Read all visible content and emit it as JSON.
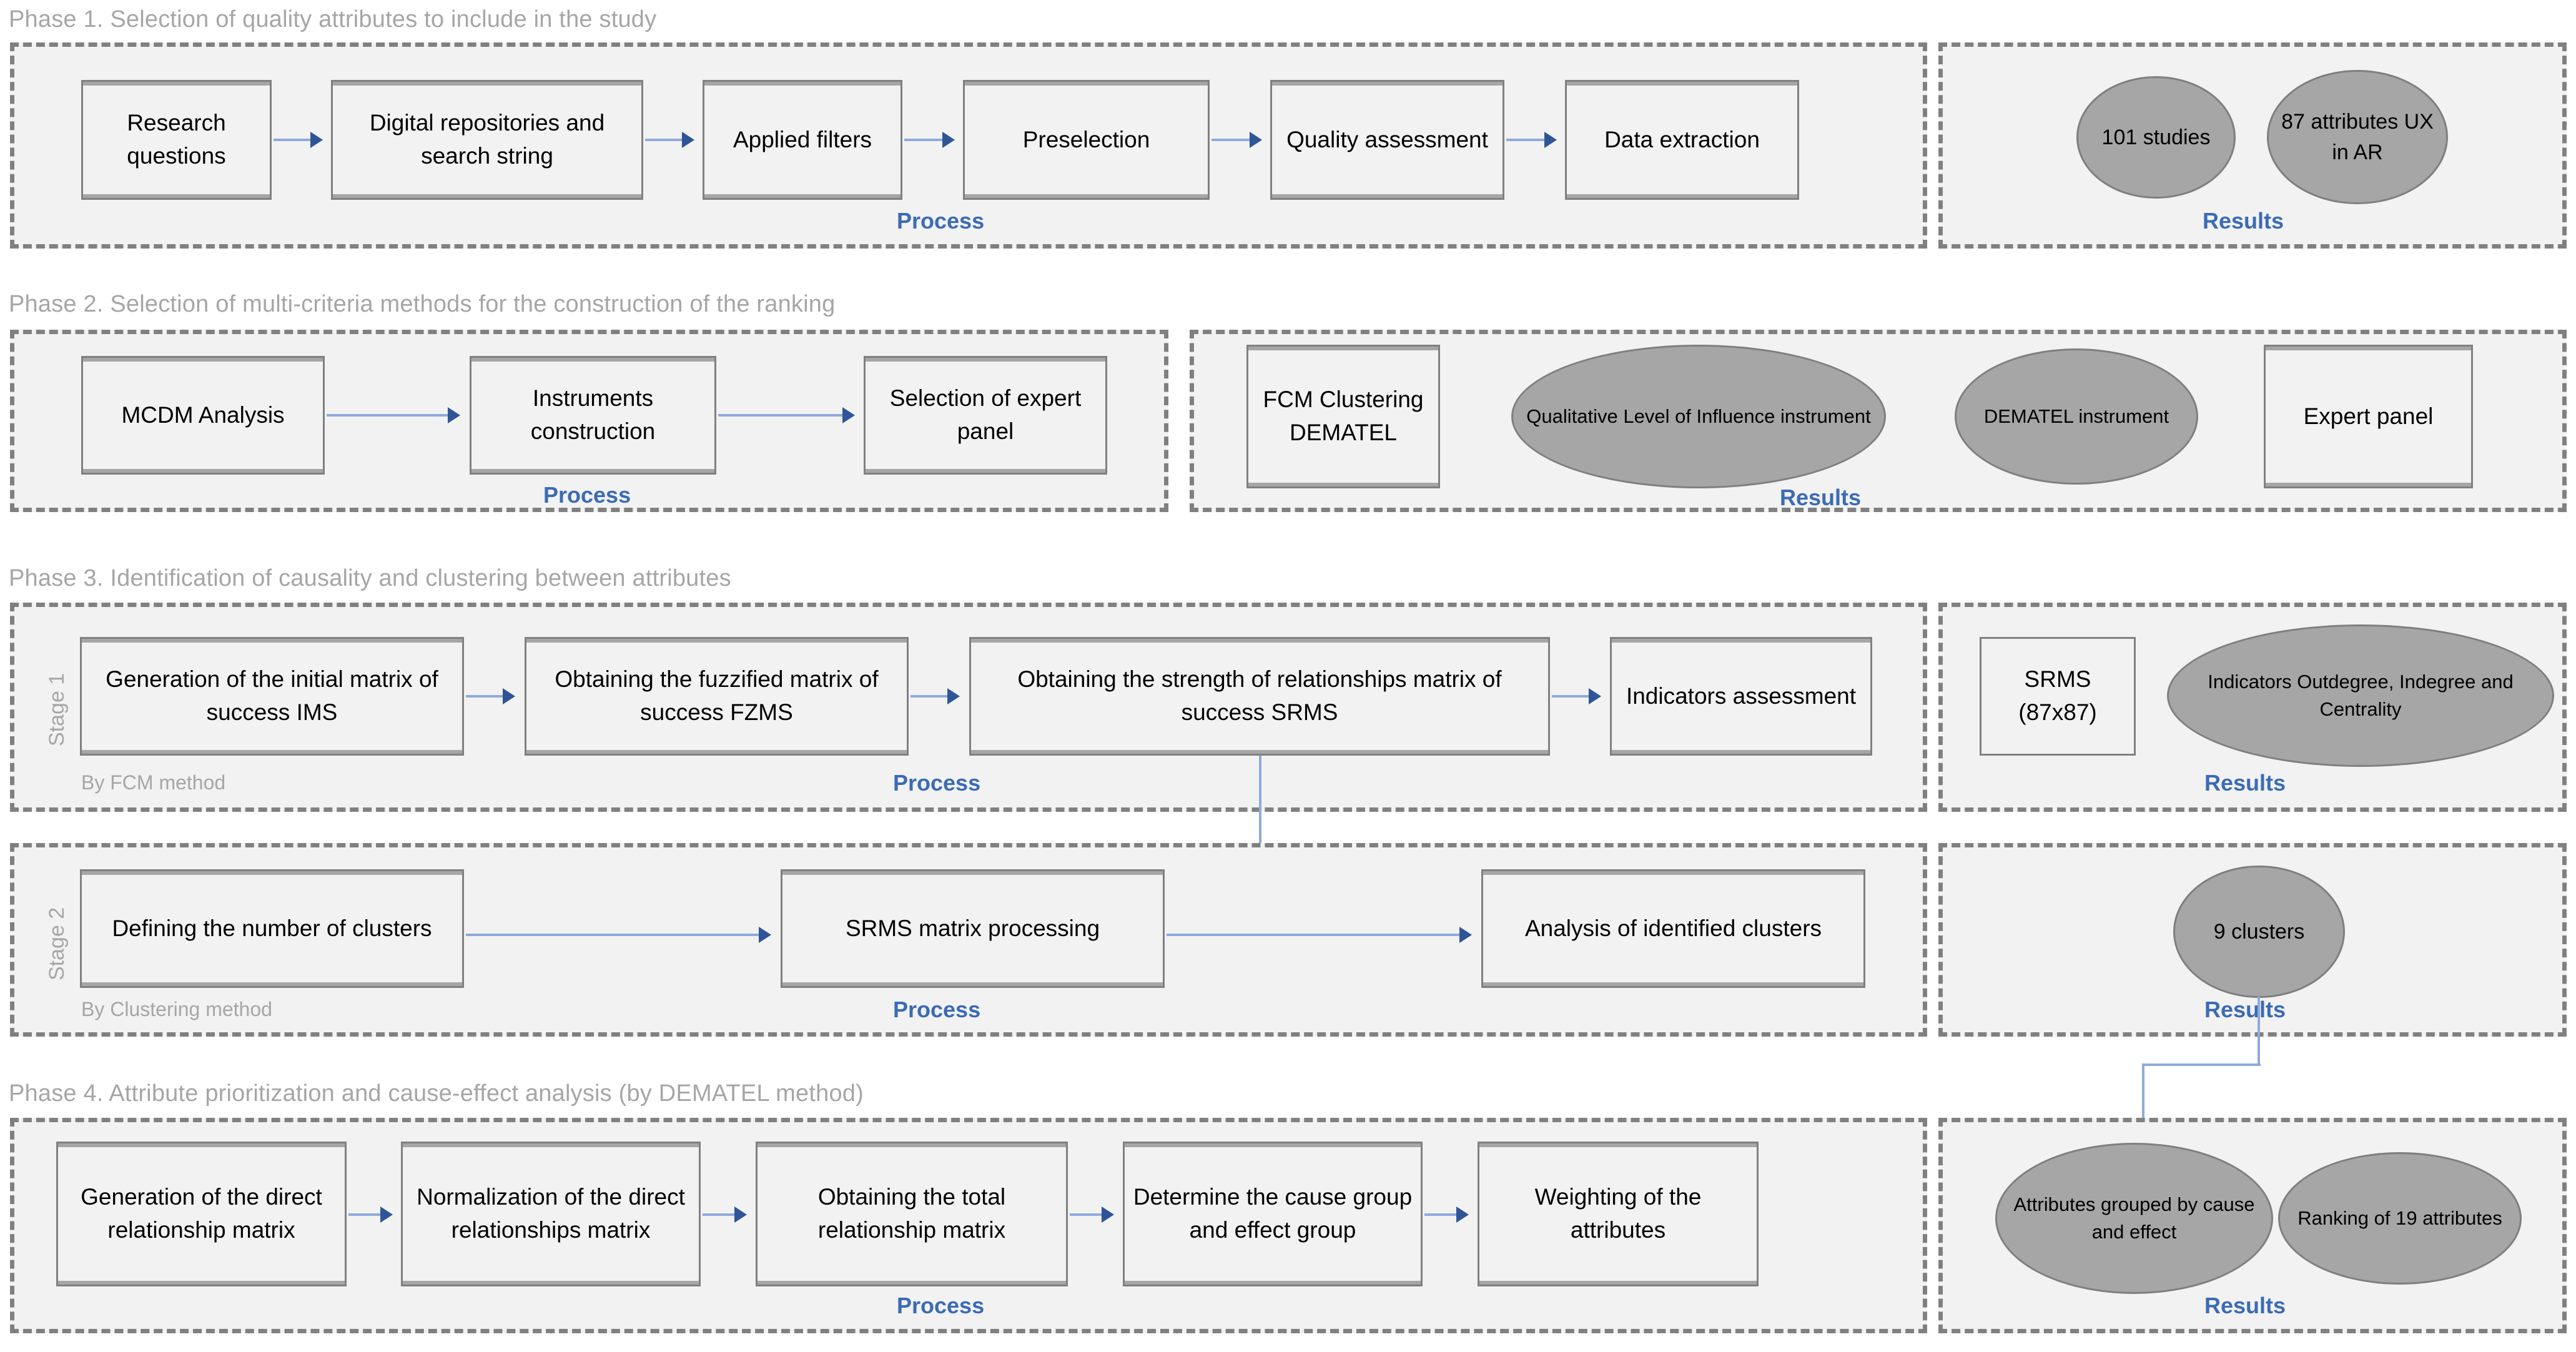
{
  "diagram": {
    "title_color": "#a6a6a6",
    "caption_color": "#3b6bb5",
    "box_fill": "#f2f2f2",
    "ellipse_fill": "#a6a6a6",
    "arrow_color": "#8faadc"
  },
  "labels": {
    "process": "Process",
    "results": "Results"
  },
  "phase1": {
    "title": "Phase 1. Selection of quality attributes to include in the study",
    "process_caption": "Process",
    "results_caption": "Results",
    "steps": [
      "Research questions",
      "Digital repositories and search string",
      "Applied filters",
      "Preselection",
      "Quality assessment",
      "Data extraction"
    ],
    "results": [
      "101 studies",
      "87 attributes UX in AR"
    ]
  },
  "phase2": {
    "title": "Phase 2. Selection of multi-criteria methods for the construction of the ranking",
    "process_caption": "Process",
    "results_caption": "Results",
    "steps": [
      "MCDM Analysis",
      "Instruments construction",
      "Selection of expert panel"
    ],
    "results_box": "FCM Clustering DEMATEL",
    "results_ellipses": [
      "Qualitative Level of Influence instrument",
      "DEMATEL instrument"
    ],
    "results_box2": "Expert panel"
  },
  "phase3": {
    "title": "Phase 3. Identification of causality and clustering between attributes",
    "stage1": {
      "stage_label": "Stage 1",
      "method_note": "By FCM method",
      "process_caption": "Process",
      "results_caption": "Results",
      "steps": [
        "Generation of the initial matrix of success IMS",
        "Obtaining the fuzzified matrix of success FZMS",
        "Obtaining the strength of relationships matrix of success SRMS",
        "Indicators assessment"
      ],
      "results_box": "SRMS (87x87)",
      "results_ellipse": "Indicators Outdegree, Indegree and Centrality"
    },
    "stage2": {
      "stage_label": "Stage 2",
      "method_note": "By Clustering method",
      "process_caption": "Process",
      "results_caption": "Results",
      "steps": [
        "Defining the number of clusters",
        "SRMS matrix processing",
        "Analysis of identified clusters"
      ],
      "results_ellipse": "9 clusters"
    }
  },
  "phase4": {
    "title": "Phase 4. Attribute prioritization and cause-effect analysis (by DEMATEL method)",
    "process_caption": "Process",
    "results_caption": "Results",
    "steps": [
      "Generation of the direct relationship matrix",
      "Normalization of the direct relationships matrix",
      "Obtaining the total relationship matrix",
      "Determine the cause group and effect group",
      "Weighting of the attributes"
    ],
    "results": [
      "Attributes grouped by cause and effect",
      "Ranking of 19 attributes"
    ]
  }
}
